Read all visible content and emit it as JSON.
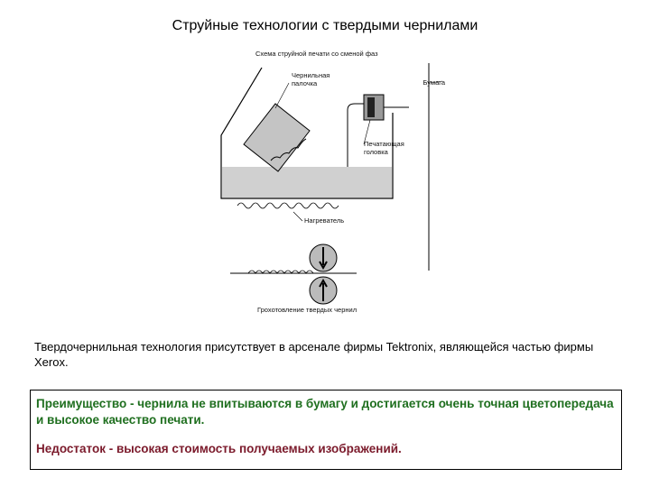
{
  "title": "Струйные технологии с твердыми чернилами",
  "diagram": {
    "heading": "Схема струйной печати со сменой фаз",
    "labels": {
      "ink_stick": "Чернильная",
      "ink_stick2": "палочка",
      "paper": "Бумага",
      "head": "Печатающая",
      "head2": "головка",
      "heater": "Нагреватель",
      "rollers": "Грохотовление твердых чернил"
    }
  },
  "caption": "Твердочернильная технология присутствует в арсенале фирмы Tektronix, являющейся частью фирмы Xerox.",
  "advantage": "Преимущество - чернила не впитываются в бумагу и достигается очень точная цветопередача и высокое качество печати.",
  "disadvantage": "Недостаток - высокая стоимость получаемых изображений.",
  "colors": {
    "advantage": "#1f6f1f",
    "disadvantage": "#7b1a2b"
  }
}
